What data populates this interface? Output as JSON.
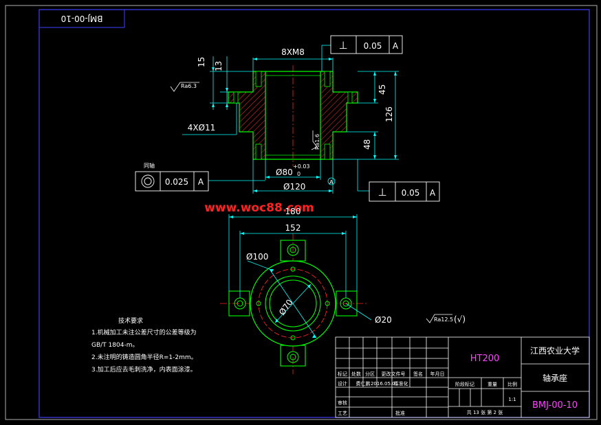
{
  "drawing_number_top": "BMJ-00-10",
  "colors": {
    "background": "#000000",
    "frame": "#4040ff",
    "part": "#00ff00",
    "dimension": "#00ffff",
    "centerline": "#ff2020",
    "hatch": "#ff3030",
    "watermark": "#ff2222",
    "annotation": "#ffffff"
  },
  "front_view": {
    "thread_callout": "8XM8",
    "hole_callout": "4XØ11",
    "dim_15": "15",
    "dim_13": "13",
    "dim_45": "45",
    "dim_126": "126",
    "dim_48": "48",
    "bore_dim": "Ø80",
    "bore_tol": "+0.03",
    "bore_tol_low": "0",
    "outer_dim": "Ø120",
    "datum_letter": "A",
    "roughness_left": "Ra6.3",
    "roughness_bore": "Ra1.6"
  },
  "tolerance_frames": {
    "perp_top": {
      "symbol": "⊥",
      "value": "0.05",
      "datum": "A"
    },
    "perp_right": {
      "symbol": "⊥",
      "value": "0.05",
      "datum": "A"
    },
    "coaxial": {
      "label": "同轴",
      "symbol": "◎",
      "value": "0.025",
      "datum": "A"
    }
  },
  "watermark": "www.woc88.com",
  "top_view": {
    "dim_180": "180",
    "dim_152": "152",
    "dim_100": "Ø100",
    "dim_70": "Ø70",
    "dim_20": "Ø20"
  },
  "tech_requirements": {
    "title": "技术要求",
    "lines": [
      "1.机械加工未注公差尺寸的公差等级为",
      "GB/T 1804-m。",
      "2.未注明的铸造圆角半径R=1-2mm。",
      "3.加工后应去毛刺洗净，内表面涂漆。"
    ],
    "rest_roughness": "Ra12.5",
    "rest_roughness_paren": "(√)"
  },
  "title_block": {
    "material": "HT200",
    "university": "江西农业大学",
    "part_name": "轴承座",
    "drawing_number": "BMJ-00-10",
    "row_labels": [
      "标记",
      "处数",
      "分区",
      "更改文件号",
      "签名",
      "年月日"
    ],
    "design_row": [
      "设计",
      "费仁鹏",
      "2016.05.01",
      "标准化"
    ],
    "stage_labels": [
      "阶段标记",
      "重量",
      "比例"
    ],
    "scale": "1:1",
    "review": "审核",
    "process": "工艺",
    "approve": "批准",
    "sheet_info": "共 13 张  第 2 张"
  }
}
